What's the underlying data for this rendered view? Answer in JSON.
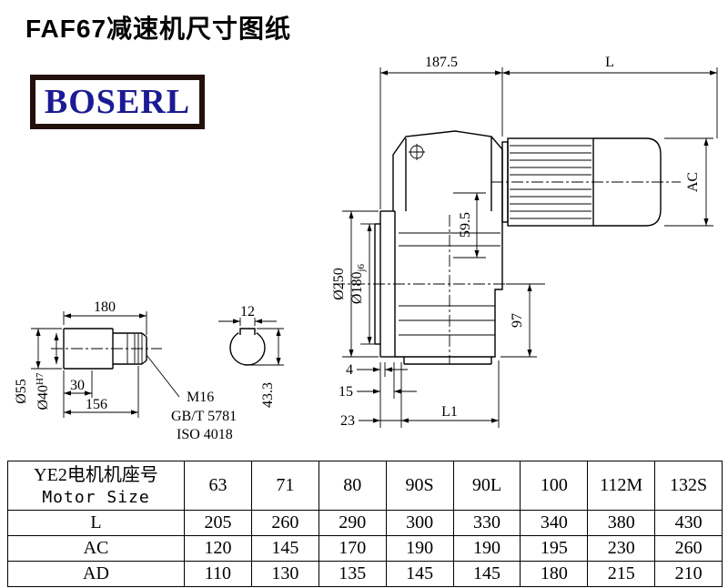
{
  "page": {
    "title": "FAF67减速机尺寸图纸",
    "logo_text": "BOSERL"
  },
  "dims": {
    "top_left": "187.5",
    "top_right": "L",
    "ac": "AC",
    "dia250": "Ø250",
    "dia180": "Ø180",
    "dia180_fit": "j6",
    "d59_5": "59.5",
    "d97": "97",
    "shaft_len": "180",
    "key_w": "12",
    "dia55": "Ø55",
    "dia40": "Ø40",
    "dia40_fit": "H7",
    "d30": "30",
    "d156": "156",
    "m16": "M16",
    "std1": "GB/T 5781",
    "std2": "ISO 4018",
    "d43_3": "43.3",
    "d4": "4",
    "d15": "15",
    "d23": "23",
    "l1": "L1"
  },
  "table": {
    "header_cn": "YE2电机机座号",
    "header_en": "Motor Size",
    "sizes": [
      "63",
      "71",
      "80",
      "90S",
      "90L",
      "100",
      "112M",
      "132S"
    ],
    "rows": [
      {
        "label": "L",
        "values": [
          "205",
          "260",
          "290",
          "300",
          "330",
          "340",
          "380",
          "430"
        ]
      },
      {
        "label": "AC",
        "values": [
          "120",
          "145",
          "170",
          "190",
          "190",
          "195",
          "230",
          "260"
        ]
      },
      {
        "label": "AD",
        "values": [
          "110",
          "130",
          "135",
          "145",
          "145",
          "180",
          "215",
          "210"
        ]
      }
    ]
  }
}
